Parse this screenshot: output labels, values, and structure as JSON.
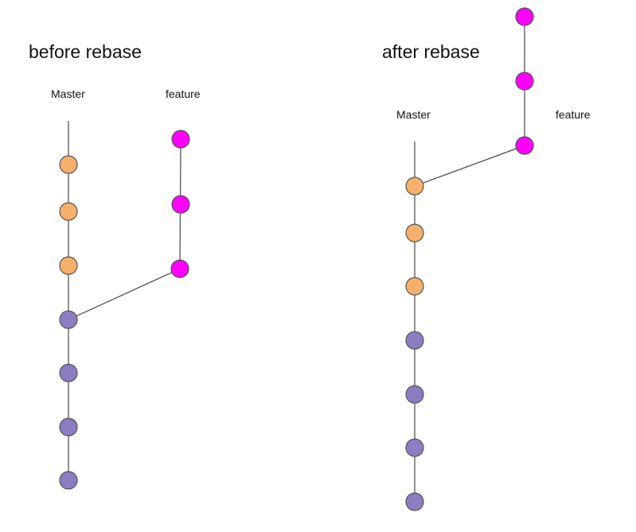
{
  "before": {
    "title": "before rebase",
    "master_label": "Master",
    "feature_label": "feature"
  },
  "after": {
    "title": "after rebase",
    "master_label": "Master",
    "feature_label": "feature"
  },
  "colors": {
    "master_commit": "#F5B06B",
    "base_commit": "#8E7CC3",
    "feature_commit": "#FF00FF",
    "edge": "#555555"
  }
}
